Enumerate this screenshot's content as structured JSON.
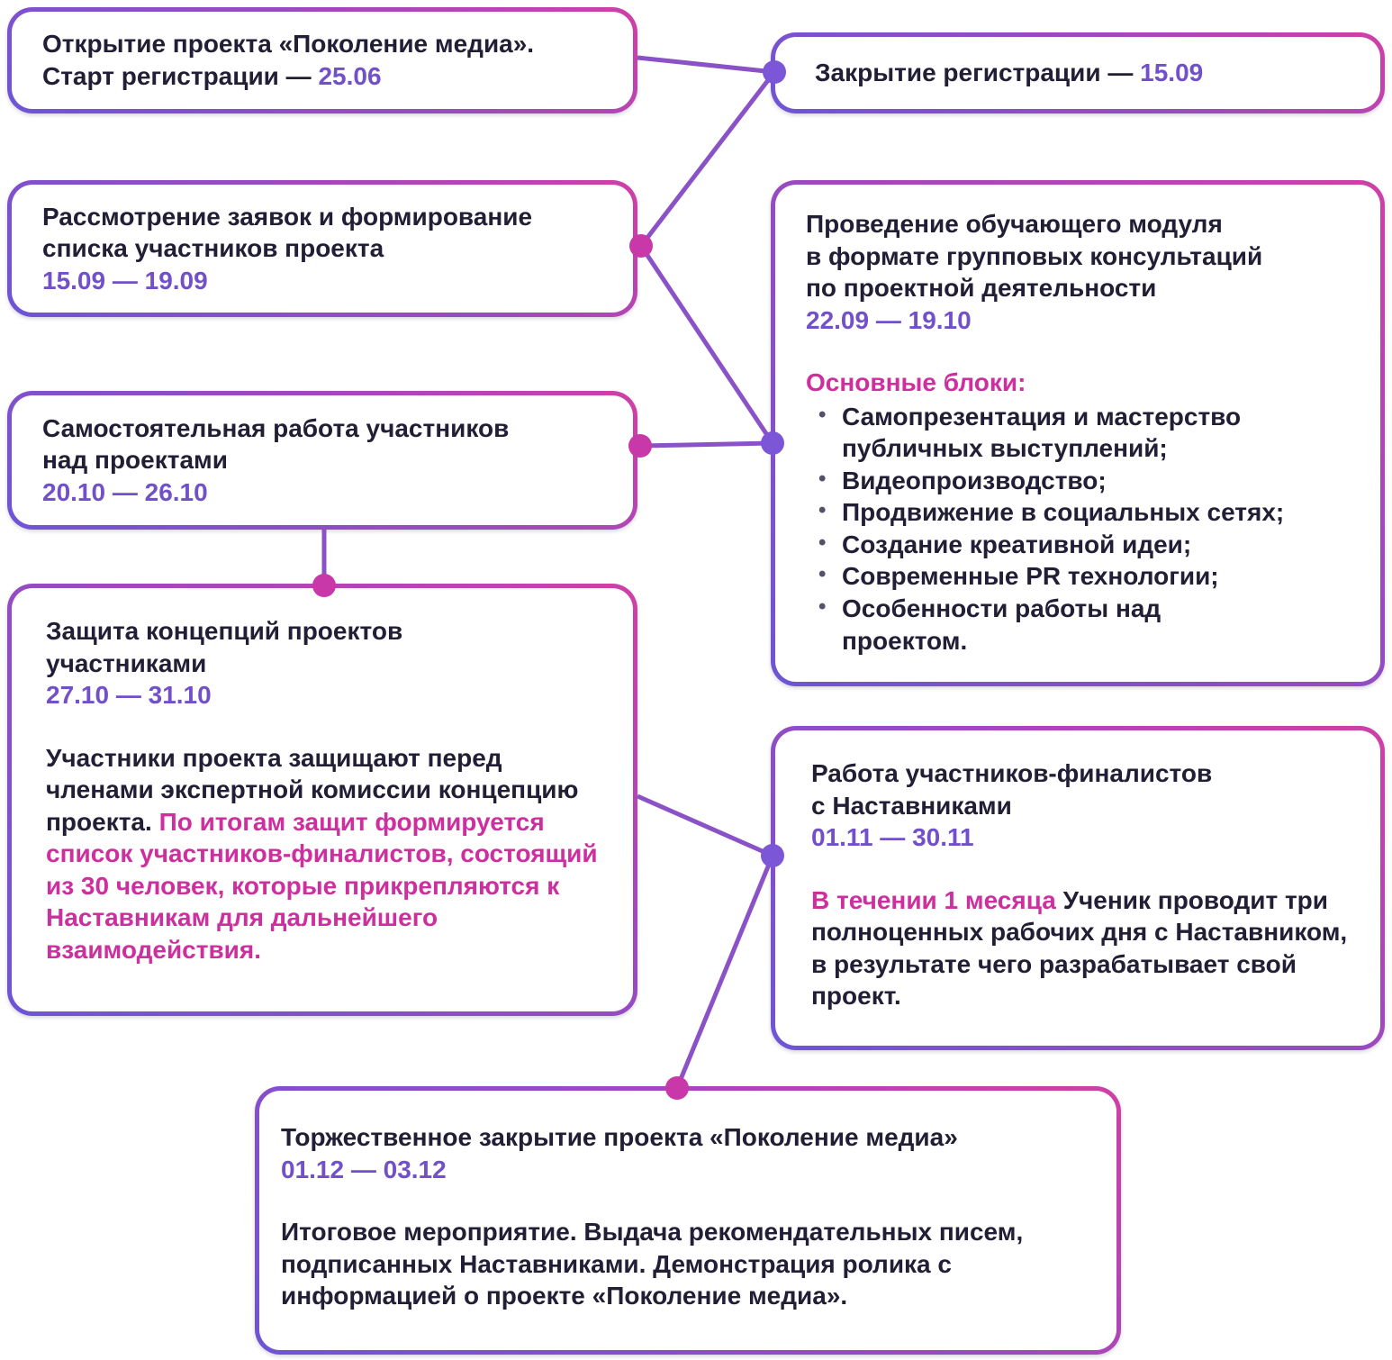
{
  "colors": {
    "background": "#FFFFFF",
    "text_dark": "#211E35",
    "accent_purple": "#7150C9",
    "accent_pink": "#CE2F9F",
    "border_gradient_start": "#6D55D6",
    "border_gradient_end": "#D03FA6",
    "dot_purple": "#7B57D8",
    "dot_pink": "#C838A8",
    "connector_line": "#8A52C6"
  },
  "boxes": {
    "opening": {
      "text": "Открытие проекта «Поколение медиа».\nСтарт регистрации — ",
      "date": "25.06"
    },
    "reg_close": {
      "text": "Закрытие регистрации — ",
      "date": "15.09"
    },
    "applications": {
      "title": "Рассмотрение заявок и формирование\nсписка участников проекта",
      "date": "15.09 — 19.09"
    },
    "training": {
      "title": "Проведение обучающего модуля\nв формате групповых консультаций\nпо проектной деятельности",
      "date": "22.09 — 19.10",
      "blocks_label": "Основные блоки:",
      "bullets": [
        "Самопрезентация и мастерство\nпубличных выступлений;",
        "Видеопроизводство;",
        "Продвижение в социальных сетях;",
        "Создание креативной идеи;",
        "Современные PR технологии;",
        "Особенности работы над\nпроектом."
      ]
    },
    "self_work": {
      "title": "Самостоятельная работа участников\nнад проектами",
      "date": "20.10 — 26.10"
    },
    "defense": {
      "title": "Защита концепций проектов\nучастниками",
      "date": "27.10 — 31.10",
      "body_start": "Участники проекта защищают перед членами экспертной комиссии концепцию проекта. ",
      "body_highlight": "По итогам защит формируется список участников-финалистов, состоящий из 30 человек, которые прикрепляются к Наставникам для дальнейшего взаимодействия."
    },
    "mentors": {
      "title": "Работа участников-финалистов\nс Наставниками",
      "date": "01.11 — 30.11",
      "body_highlight": "В течении 1 месяца ",
      "body_rest": "Ученик проводит три полноценных рабочих дня с Наставником, в результате чего разрабатывает свой проект."
    },
    "closing": {
      "title": "Торжественное закрытие проекта «Поколение медиа»",
      "date": "01.12 — 03.12",
      "body": "Итоговое мероприятие. Выдача рекомендательных писем, подписанных Наставниками. Демонстрация ролика с информацией о проекте «Поколение медиа»."
    }
  }
}
